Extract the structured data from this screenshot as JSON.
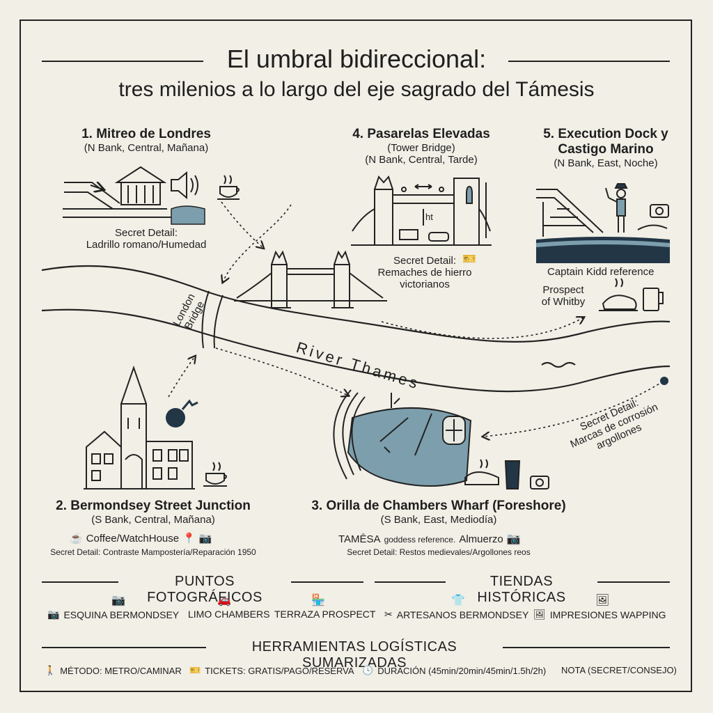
{
  "header": {
    "title": "El umbral bidireccional:",
    "subtitle": "tres milenios a lo largo del eje sagrado del Támesis"
  },
  "map": {
    "river_label": "River Thames",
    "bridge_label_1": "London",
    "bridge_label_2": "Bridge",
    "bridge_height_label": "ht"
  },
  "stops": {
    "s1": {
      "title": "1. Mitreo de Londres",
      "sub": "(N Bank, Central, Mañana)",
      "secret_label": "Secret Detail:",
      "secret_text": "Ladrillo romano/Humedad"
    },
    "s2": {
      "title": "2. Bermondsey Street Junction",
      "sub": "(S Bank, Central, Mañana)",
      "cafe": "Coffee/WatchHouse",
      "secret": "Secret Detail: Contraste Mampostería/Reparación 1950"
    },
    "s3": {
      "title": "3. Orilla de Chambers Wharf (Foreshore)",
      "sub": "(S Bank, East, Mediodía)",
      "note_a": "TAMĒSA",
      "note_b": "goddess reference.",
      "note_c": "Almuerzo",
      "secret": "Secret Detail: Restos medievales/Argollones reos"
    },
    "s4": {
      "title": "4. Pasarelas Elevadas",
      "line2": "(Tower Bridge)",
      "sub": "(N Bank, Central, Tarde)",
      "secret_label": "Secret Detail:",
      "secret_text_1": "Remaches de hierro",
      "secret_text_2": "victorianos"
    },
    "s5": {
      "title_1": "5. Execution Dock y",
      "title_2": "Castigo Marino",
      "sub": "(N Bank, East, Noche)",
      "ref": "Captain Kidd reference",
      "pub_1": "Prospect",
      "pub_2": "of Whitby"
    },
    "s5_secret": {
      "line1": "Secret Detail:",
      "line2": "Marcas de corrosión",
      "line3": "argollones"
    }
  },
  "sections": {
    "photo": {
      "heading": "PUNTOS FOTOGRÁFICOS",
      "items": [
        "ESQUINA BERMONDSEY",
        "LIMO CHAMBERS",
        "TERRAZA PROSPECT"
      ]
    },
    "shops": {
      "heading": "TIENDAS HISTÓRICAS",
      "items": [
        "ARTESANOS BERMONDSEY",
        "IMPRESIONES WAPPING"
      ]
    },
    "logistics": {
      "heading": "HERRAMIENTAS LOGÍSTICAS SUMARIZADAS",
      "items": [
        "MÉTODO: METRO/CAMINAR",
        "TICKETS: GRATIS/PAGO/RESERVA",
        "DURACIÓN (45min/20min/45min/1.5h/2h)",
        "NOTA (SECRET/CONSEJO)"
      ]
    }
  },
  "colors": {
    "ink": "#1e1e1e",
    "water": "#7d9fad",
    "navy": "#233646",
    "paper": "#f1efe6"
  }
}
